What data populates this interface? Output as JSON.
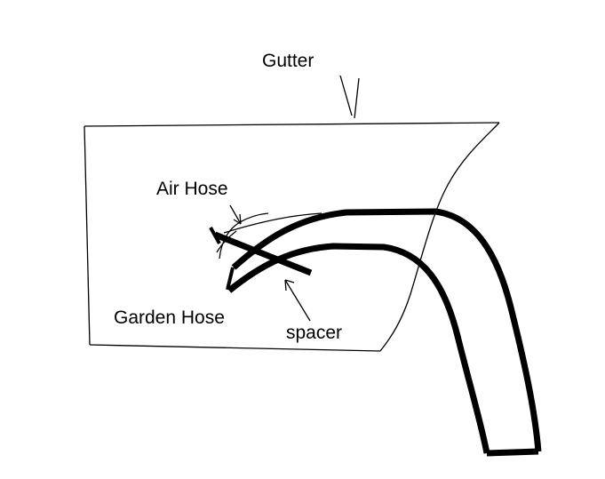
{
  "canvas": {
    "background": "#ffffff",
    "ink": "#000000"
  },
  "labels": {
    "gutter": "Gutter",
    "air_hose": "Air Hose",
    "garden_hose": "Garden Hose",
    "spacer": "spacer"
  }
}
